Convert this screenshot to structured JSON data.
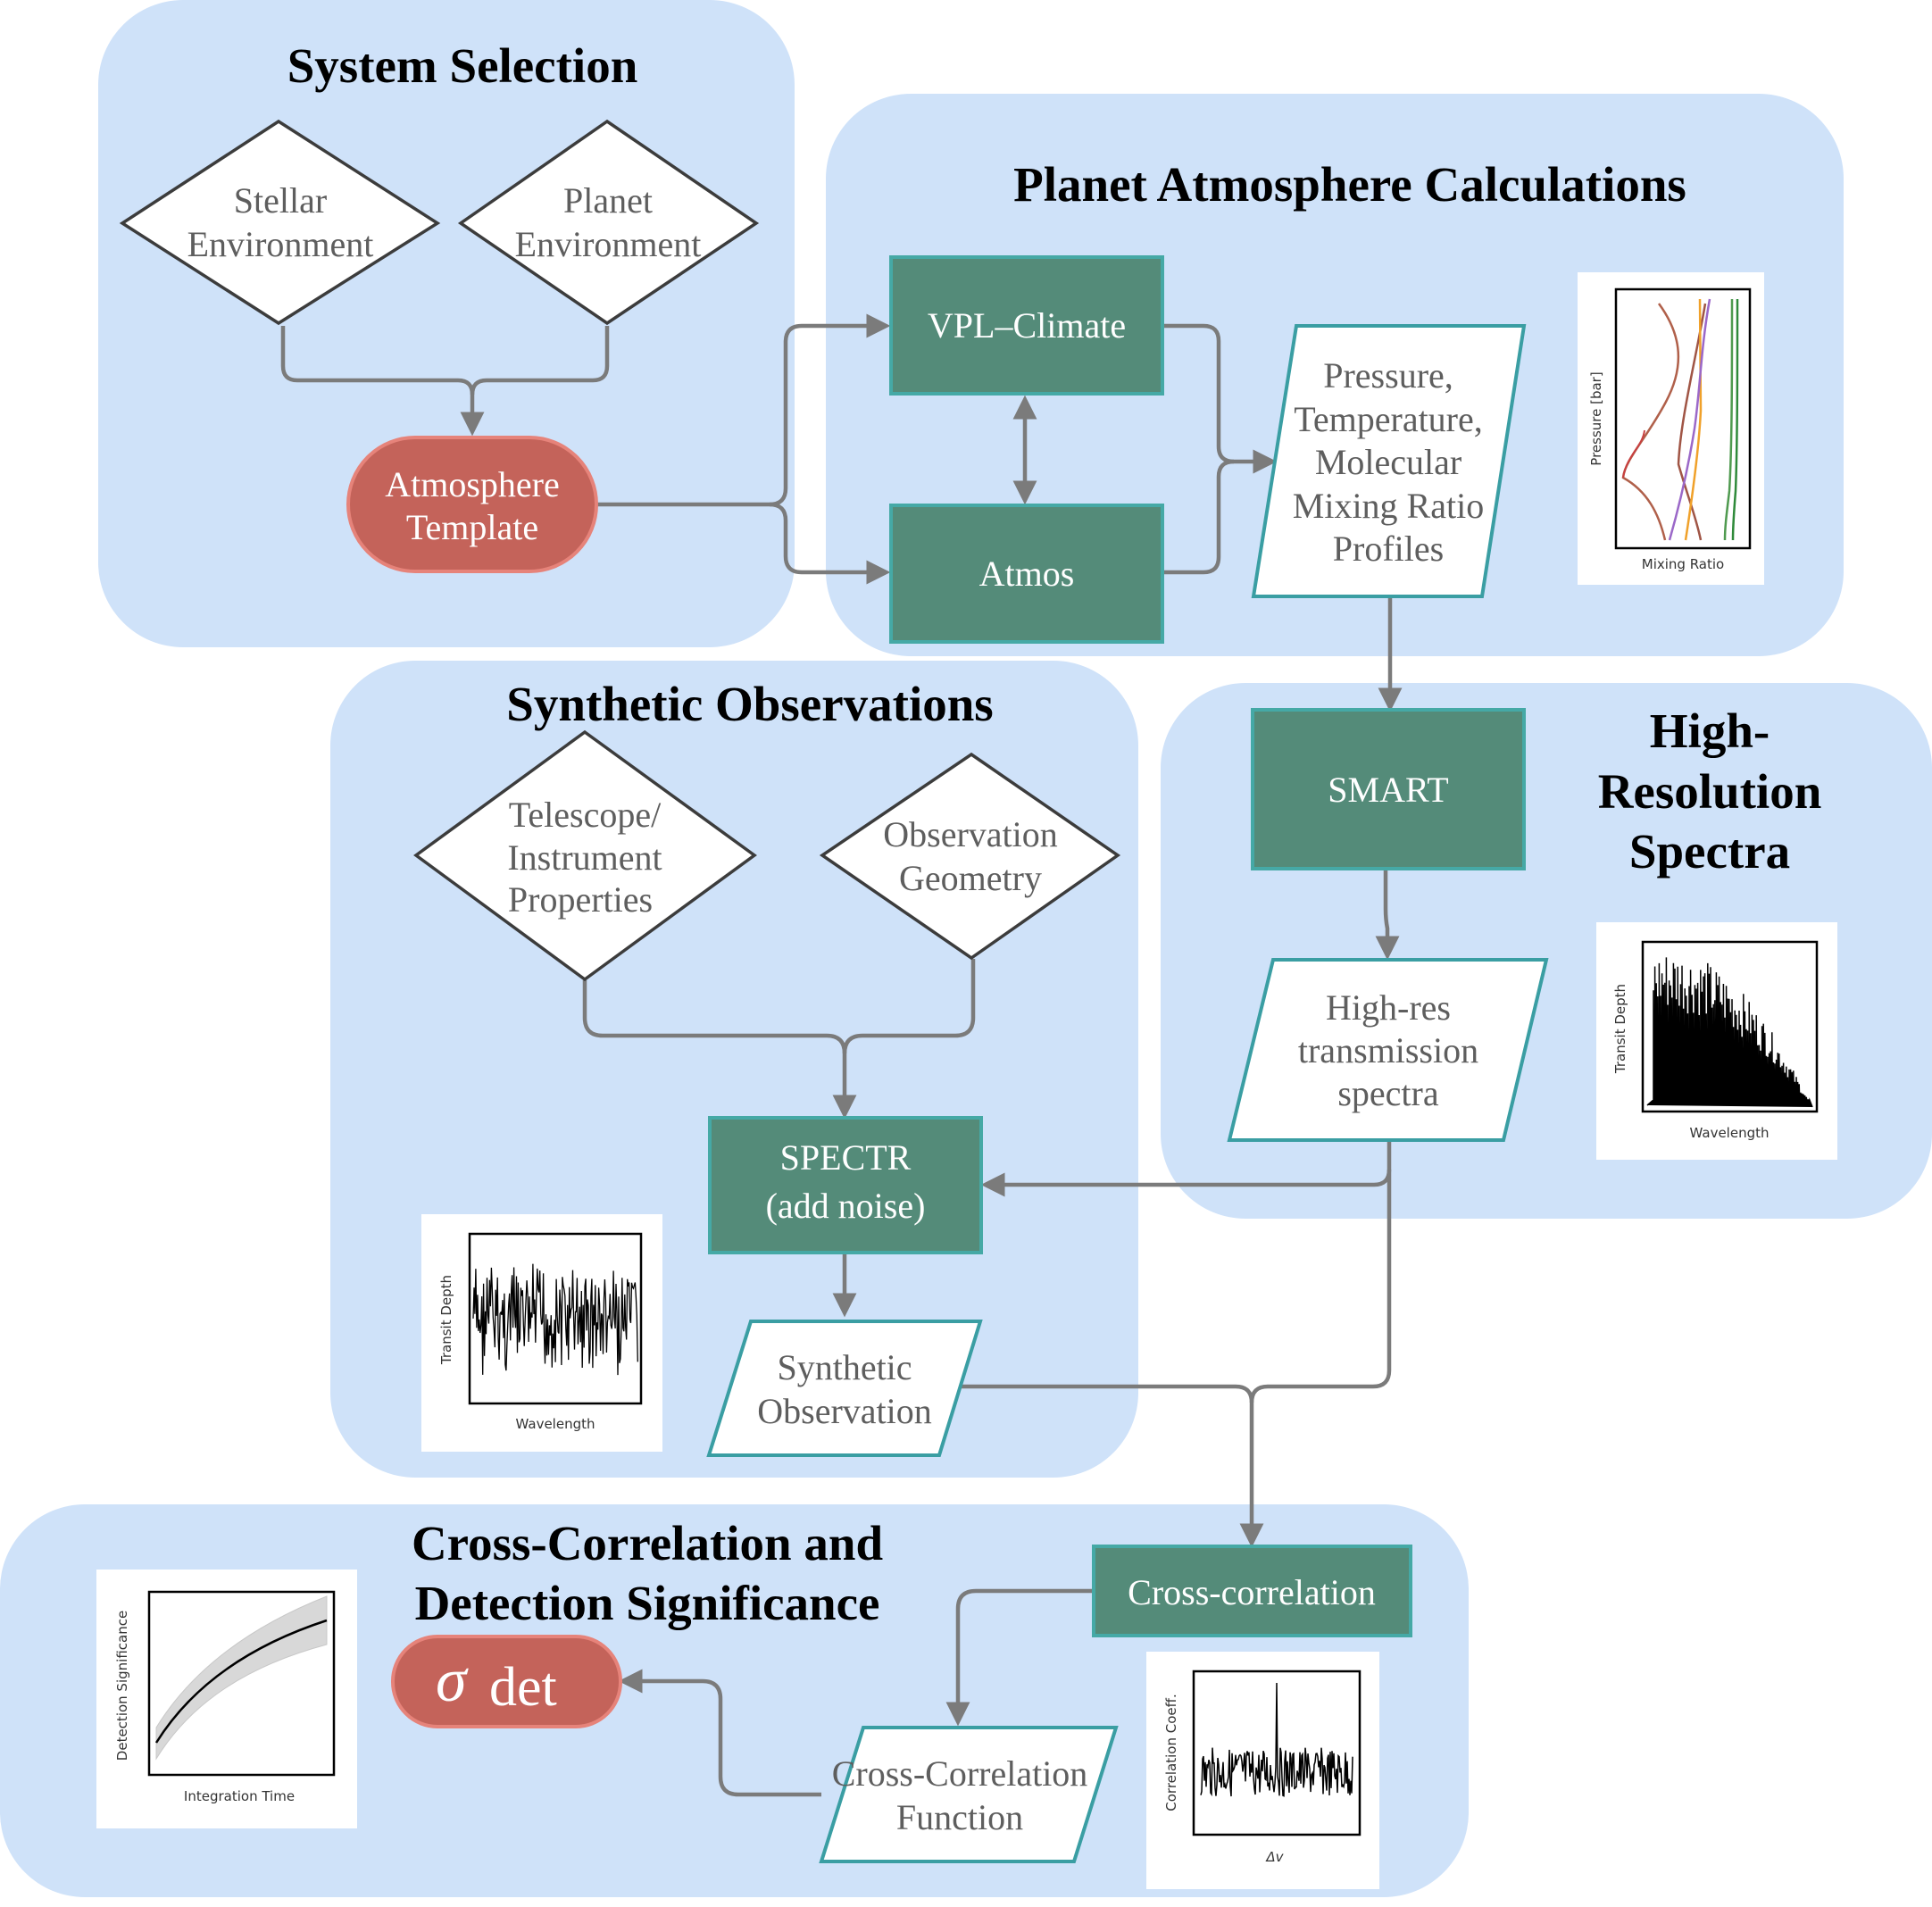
{
  "panels": {
    "system_selection": {
      "title": "System Selection",
      "stellar": [
        "Stellar",
        "Environment"
      ],
      "planet": [
        "Planet",
        "Environment"
      ],
      "template": [
        "Atmosphere",
        "Template"
      ]
    },
    "atmosphere_calc": {
      "title": "Planet Atmosphere Calculations",
      "vpl": "VPL–Climate",
      "atmos": "Atmos",
      "profiles": [
        "Pressure,",
        "Temperature,",
        "Molecular",
        "Mixing Ratio",
        "Profiles"
      ],
      "plot": {
        "xlabel": "Mixing Ratio",
        "ylabel": "Pressure [bar]"
      }
    },
    "synthetic_obs": {
      "title": "Synthetic Observations",
      "telescope": [
        "Telescope/",
        "Instrument",
        "Properties"
      ],
      "geometry": [
        "Observation",
        "Geometry"
      ],
      "spectr": [
        "SPECTR",
        "(add noise)"
      ],
      "synthetic": [
        "Synthetic",
        "Observation"
      ],
      "plot": {
        "xlabel": "Wavelength",
        "ylabel": "Transit Depth"
      }
    },
    "high_res": {
      "title": [
        "High-",
        "Resolution",
        "Spectra"
      ],
      "smart": "SMART",
      "spectra": [
        "High-res",
        "transmission",
        "spectra"
      ],
      "plot": {
        "xlabel": "Wavelength",
        "ylabel": "Transit Depth"
      }
    },
    "cross_corr": {
      "title": [
        "Cross-Correlation and",
        "Detection Significance"
      ],
      "cc_box": "Cross-correlation",
      "ccf": [
        "Cross-Correlation",
        "Function"
      ],
      "sigma": "σ",
      "sigma_sub": "det",
      "sig_plot": {
        "xlabel": "Integration Time",
        "ylabel": "Detection Significance"
      },
      "ccf_plot": {
        "xlabel": "Δv",
        "ylabel": "Correlation Coeff."
      }
    }
  },
  "colors": {
    "panel": "#cfe2f9",
    "process": "#548b79",
    "terminal": "#c4635a",
    "connector": "#7b7b7b"
  }
}
